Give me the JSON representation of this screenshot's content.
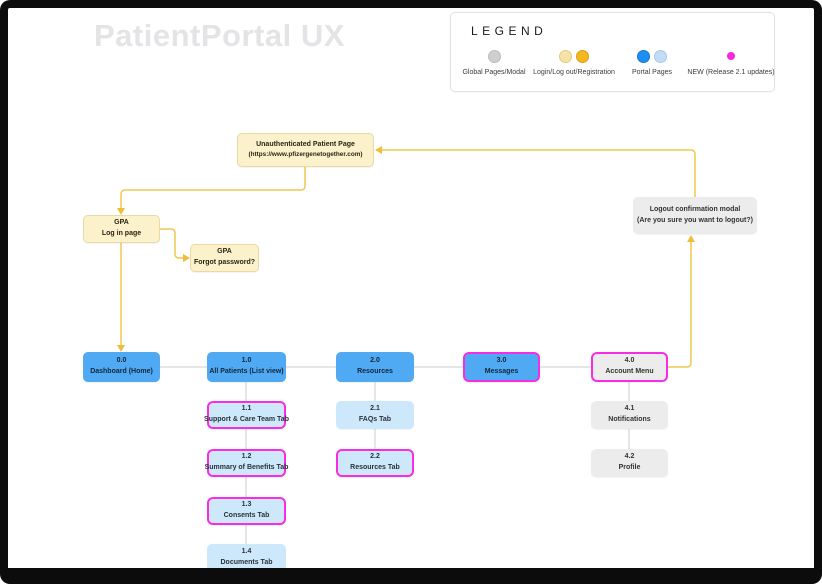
{
  "page": {
    "title": "PatientPortal UX"
  },
  "legend": {
    "title": "LEGEND",
    "items": [
      {
        "label": "Global Pages/Modal",
        "swatch": "gray-circle"
      },
      {
        "label": "Login/Log out/Registration",
        "swatch": "yellow-circles"
      },
      {
        "label": "Portal Pages",
        "swatch": "blue-circles"
      },
      {
        "label": "NEW (Release 2.1 updates)",
        "swatch": "magenta-ring"
      }
    ]
  },
  "colors": {
    "new_highlight": "#f72ce4",
    "portal_blue": "#4fa9f3",
    "portal_light_blue": "#cee8fb",
    "login_yellow": "#fbf2cb",
    "global_gray": "#ececec",
    "connector_yellow": "#f1c94f",
    "connector_gray": "#cccccc"
  },
  "nodes": {
    "unauth": {
      "line1": "Unauthenticated Patient Page",
      "line2": "(https://www.pfizergenetogether.com)"
    },
    "gpaLogin": {
      "line1": "GPA",
      "line2": "Log in page"
    },
    "gpaForgot": {
      "line1": "GPA",
      "line2": "Forgot password?"
    },
    "logoutModal": {
      "line1": "Logout confirmation modal",
      "line2": "(Are you sure you want to logout?)"
    },
    "n00": {
      "line1": "0.0",
      "line2": "Dashboard (Home)"
    },
    "n10": {
      "line1": "1.0",
      "line2": "All Patients (List view)"
    },
    "n20": {
      "line1": "2.0",
      "line2": "Resources"
    },
    "n30": {
      "line1": "3.0",
      "line2": "Messages"
    },
    "n40": {
      "line1": "4.0",
      "line2": "Account Menu"
    },
    "n11": {
      "line1": "1.1",
      "line2": "Support & Care Team Tab"
    },
    "n12": {
      "line1": "1.2",
      "line2": "Summary of Benefits Tab"
    },
    "n13": {
      "line1": "1.3",
      "line2": "Consents Tab"
    },
    "n14": {
      "line1": "1.4",
      "line2": "Documents Tab"
    },
    "n21": {
      "line1": "2.1",
      "line2": "FAQs Tab"
    },
    "n22": {
      "line1": "2.2",
      "line2": "Resources Tab"
    },
    "n41": {
      "line1": "4.1",
      "line2": "Notifications"
    },
    "n42": {
      "line1": "4.2",
      "line2": "Profile"
    }
  }
}
